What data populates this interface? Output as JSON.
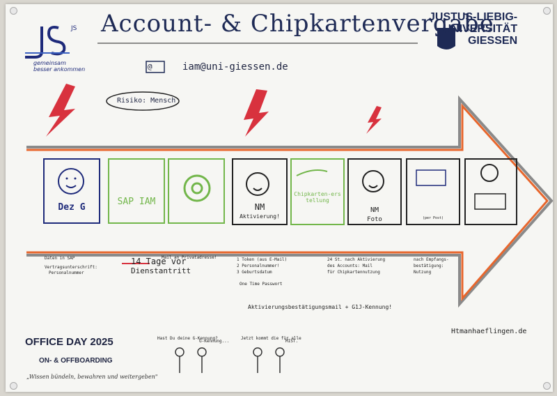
{
  "title": "Account- & Chipkartenvergabe",
  "university": {
    "line1": "JUSTUS-LIEBIG-",
    "line2": "UNIVERSITÄT",
    "line3": "GIESSEN"
  },
  "logo": {
    "letters": "JS",
    "tagline1": "gemeinsam",
    "tagline2": "besser ankommen"
  },
  "email": "iam@uni-giessen.de",
  "risk": "Risiko: Mensch",
  "cards": [
    {
      "label": "Dez G"
    },
    {
      "label": "SAP IAM"
    },
    {
      "label": "@"
    },
    {
      "label": "NM",
      "sublabel": "Aktivierung!"
    },
    {
      "label": "Chipkarten-erstellung"
    },
    {
      "label": "NM",
      "sublabel": "Foto"
    },
    {
      "label": "(per Post)"
    },
    {
      "label": ""
    }
  ],
  "notes": {
    "daten_sap": "Daten in SAP",
    "vertrag": "Vertragsunterschrift:",
    "personalnummer": "Personalnummer",
    "mail_postfach": "Mail an Privatadresse!",
    "tage": "14 Tage vor",
    "dienstantritt": "Dienstantritt",
    "token": "1 Token (aus E-Mail)",
    "pnr": "2 Personalnummer!",
    "geb": "3 Geburtsdatum",
    "otp": "One Time Passwort",
    "aktiv_mail": "Aktivierungsbestätigungsmail + G1J-Kennung!",
    "std1": "24 St. nach Aktivierung",
    "std2": "des Accounts: Mail",
    "std3": "für Chipkartennutzung",
    "empf1": "nach Empfangs-",
    "empf2": "bestätigung:",
    "empf3": "Nutzung"
  },
  "office_day": "OFFICE DAY 2025",
  "onoff": "ON- & OFFBOARDING",
  "quote": "„Wissen bündeln, bewahren und weitergeben\"",
  "signature": "Htmanhaeflingen.de",
  "bubbles": [
    "Hast Du deine G-Kennung?",
    "G-Kennung...",
    "Jetzt kommt die für alle",
    "MIST."
  ],
  "colors": {
    "arrow_red": "#e8662c",
    "arrow_grey": "#8a8a8a",
    "blue": "#1e2a7a",
    "green": "#72b64a",
    "lightning": "#d8323e"
  }
}
